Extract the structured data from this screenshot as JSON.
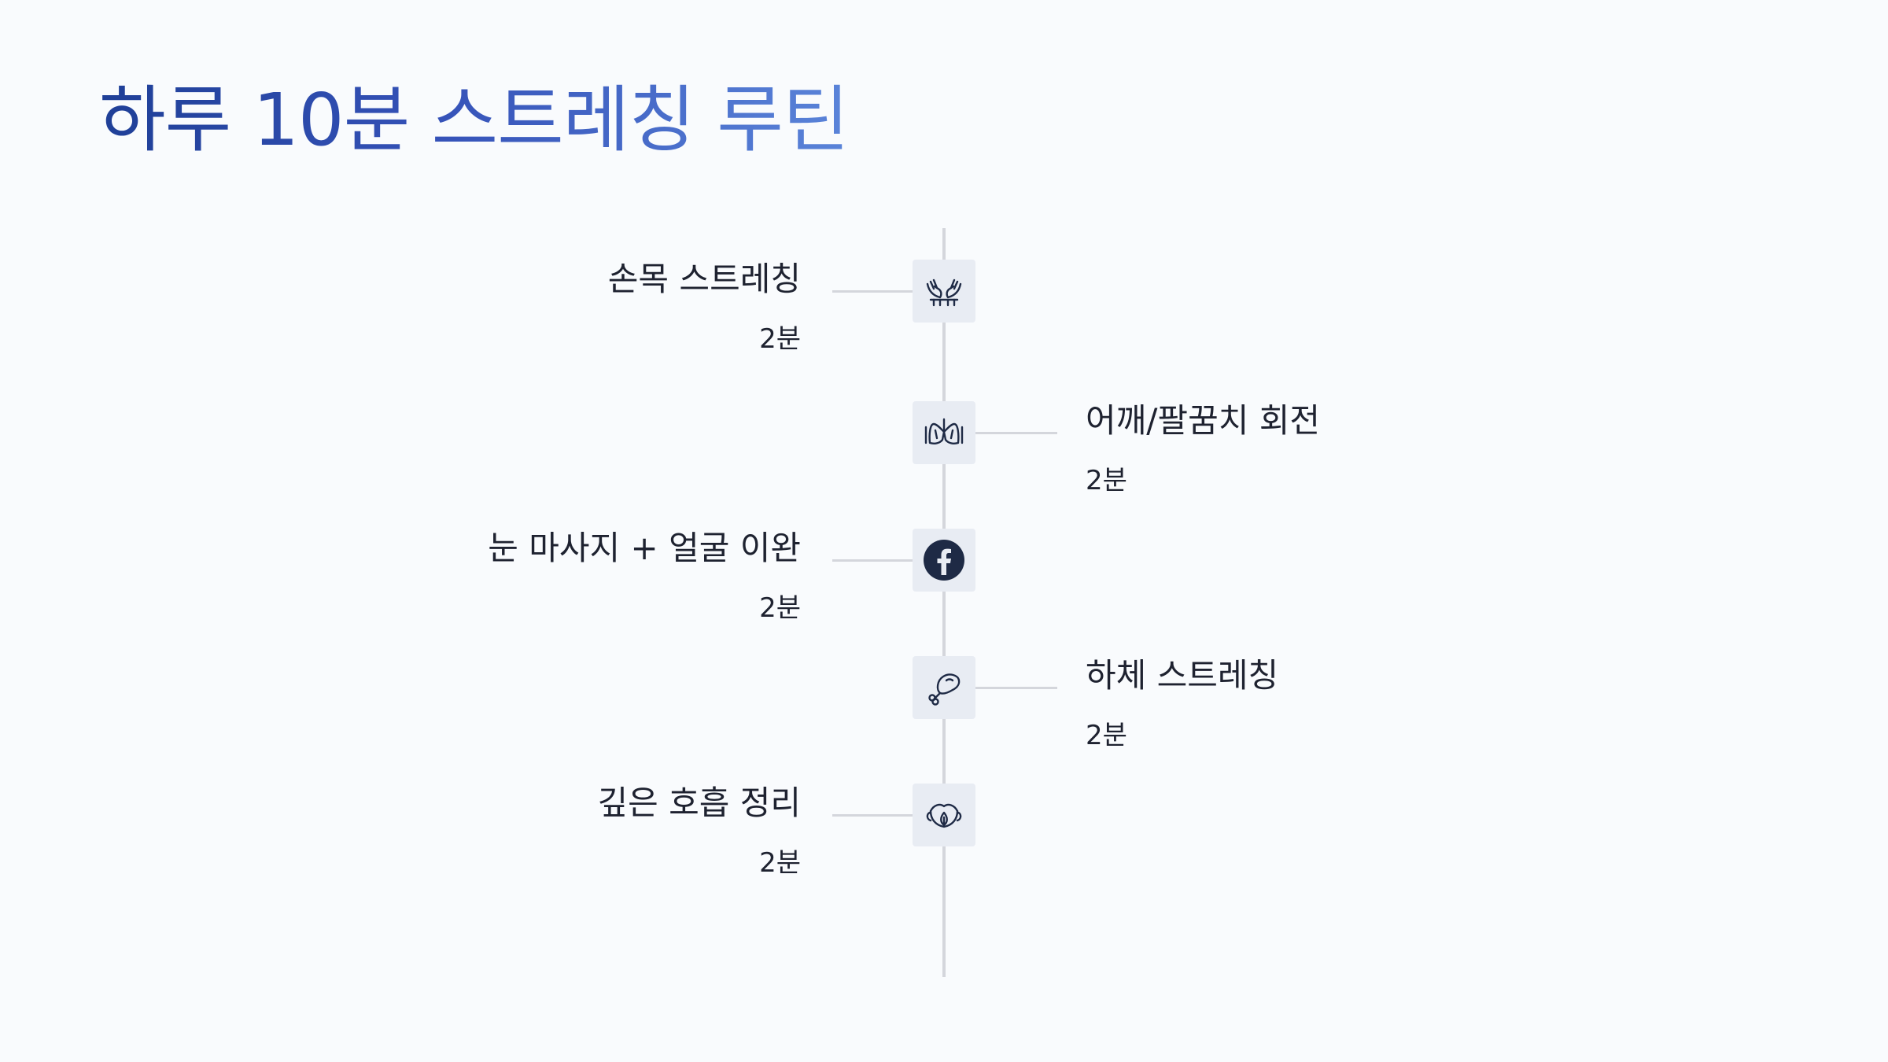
{
  "title": "하루 10분 스트레칭 루틴",
  "steps": [
    {
      "label": "손목 스트레칭",
      "duration": "2분",
      "icon": "hands-icon",
      "side": "left"
    },
    {
      "label": "어깨/팔꿈치 회전",
      "duration": "2분",
      "icon": "lungs-icon",
      "side": "right"
    },
    {
      "label": "눈 마사지 + 얼굴 이완",
      "duration": "2분",
      "icon": "facebook-icon",
      "side": "left"
    },
    {
      "label": "하체 스트레칭",
      "duration": "2분",
      "icon": "drumstick-icon",
      "side": "right"
    },
    {
      "label": "깊은 호흡 정리",
      "duration": "2분",
      "icon": "mask-icon",
      "side": "left"
    }
  ],
  "colors": {
    "title_start": "#1f3f97",
    "title_end": "#5a84d9",
    "text": "#1e2230",
    "line": "#d4d6dc",
    "node_bg": "#e8ecf3",
    "icon": "#1e2a45",
    "background": "#f9fbfd"
  }
}
